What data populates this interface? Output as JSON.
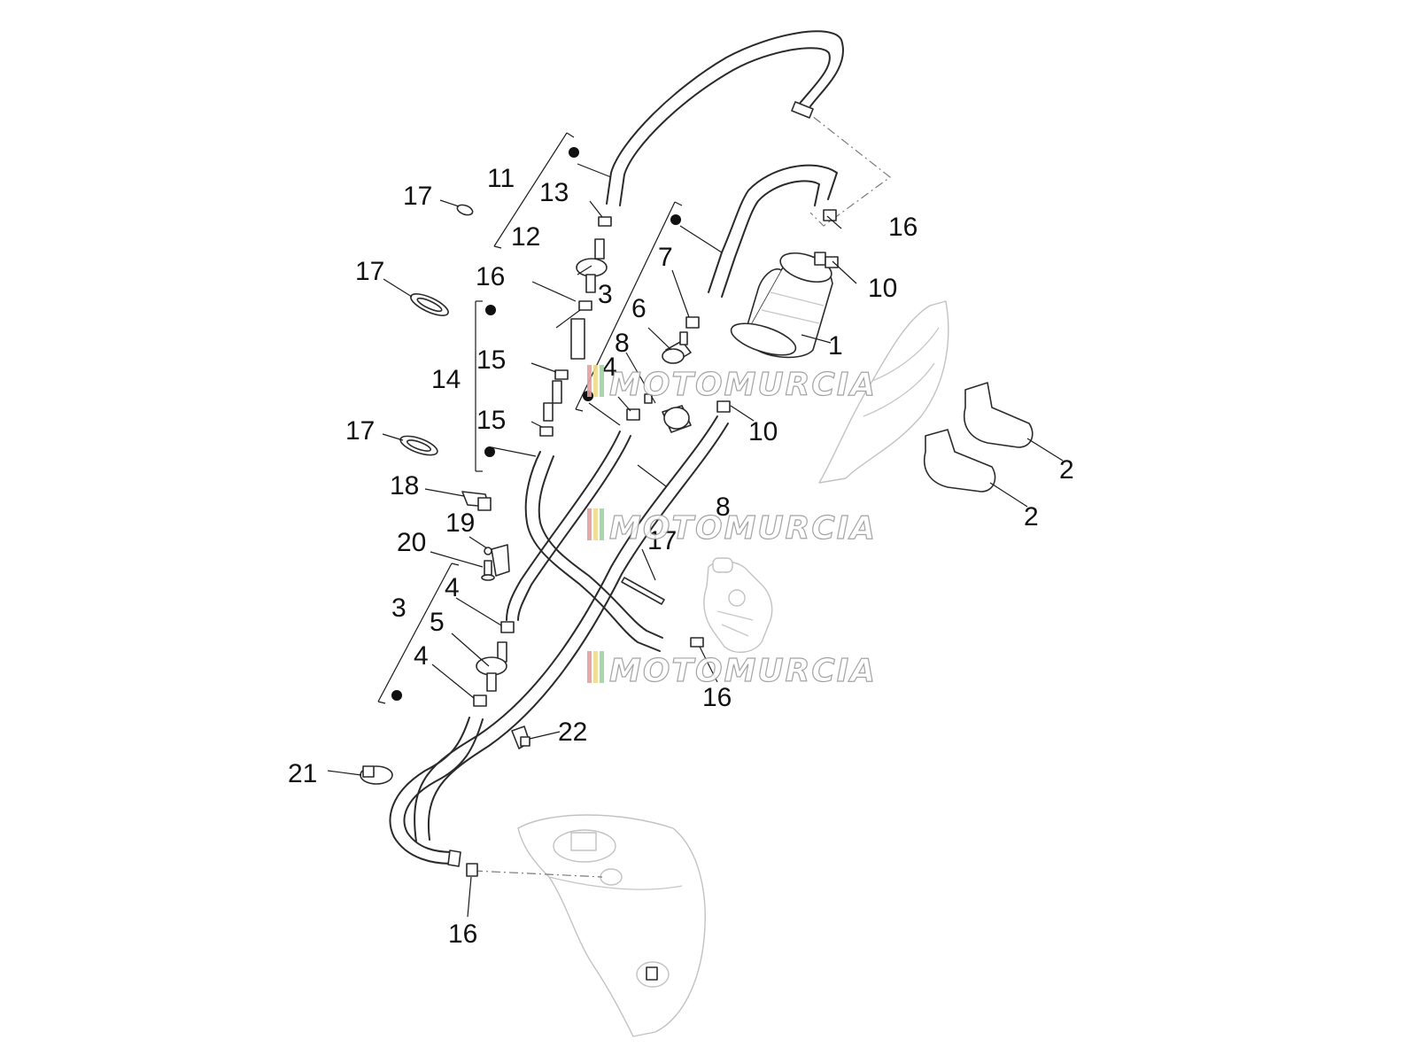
{
  "watermark": {
    "text": "MOTOMURCIA",
    "stripe_colors": [
      "#e4a0a0",
      "#f0dc8a",
      "#9fd3a0"
    ]
  },
  "callouts": {
    "c1": "1",
    "c2a": "2",
    "c2b": "2",
    "c3a": "3",
    "c3b": "3",
    "c4a": "4",
    "c4b": "4",
    "c4c": "4",
    "c5": "5",
    "c6": "6",
    "c7": "7",
    "c8a": "8",
    "c8b": "8",
    "c10a": "10",
    "c10b": "10",
    "c11": "11",
    "c12": "12",
    "c13": "13",
    "c14": "14",
    "c15a": "15",
    "c15b": "15",
    "c16a": "16",
    "c16b": "16",
    "c16c": "16",
    "c16d": "16",
    "c17a": "17",
    "c17b": "17",
    "c17c": "17",
    "c17d": "17",
    "c18": "18",
    "c19": "19",
    "c20": "20",
    "c21": "21",
    "c22": "22"
  }
}
